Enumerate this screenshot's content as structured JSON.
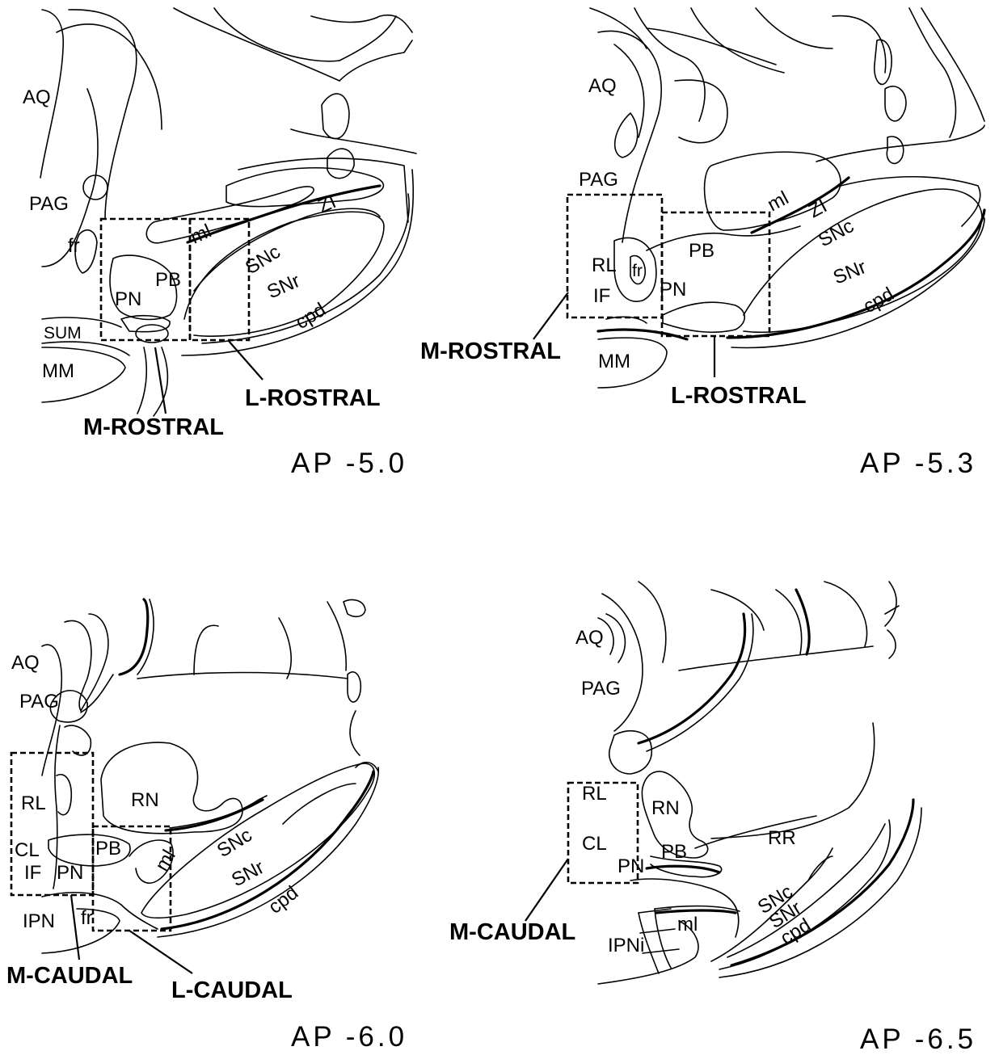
{
  "panels": [
    {
      "ap": "AP -5.0",
      "labels": {
        "aq": "AQ",
        "pag": "PAG",
        "fr": "fr",
        "ml": "ml",
        "zi": "ZI",
        "snc": "SNc",
        "snr": "SNr",
        "pb": "PB",
        "pn": "PN",
        "sum": "SUM",
        "mm": "MM",
        "cpd": "cpd"
      },
      "regions": {
        "m": "M-ROSTRAL",
        "l": "L-ROSTRAL"
      }
    },
    {
      "ap": "AP -5.3",
      "labels": {
        "aq": "AQ",
        "pag": "PAG",
        "ml": "ml",
        "zi": "ZI",
        "snc": "SNc",
        "snr": "SNr",
        "pb": "PB",
        "rl": "RL",
        "fr": "fr",
        "if": "IF",
        "pn": "PN",
        "mm": "MM",
        "cpd": "cpd"
      },
      "regions": {
        "m": "M-ROSTRAL",
        "l": "L-ROSTRAL"
      }
    },
    {
      "ap": "AP -6.0",
      "labels": {
        "aq": "AQ",
        "pag": "PAG",
        "rl": "RL",
        "rn": "RN",
        "cl": "CL",
        "pb": "PB",
        "if": "IF",
        "pn": "PN",
        "ml": "ml",
        "snc": "SNc",
        "snr": "SNr",
        "ipn": "IPN",
        "fr": "fr",
        "cpd": "cpd"
      },
      "regions": {
        "m": "M-CAUDAL",
        "l": "L-CAUDAL"
      }
    },
    {
      "ap": "AP -6.5",
      "labels": {
        "aq": "AQ",
        "pag": "PAG",
        "rl": "RL",
        "rn": "RN",
        "cl": "CL",
        "pb": "PB",
        "pn": "PN",
        "rr": "RR",
        "snc": "SNc",
        "snr": "SNr",
        "cpd": "cpd",
        "ml": "ml",
        "ipni": "IPNi"
      },
      "regions": {
        "m": "M-CAUDAL"
      }
    }
  ]
}
